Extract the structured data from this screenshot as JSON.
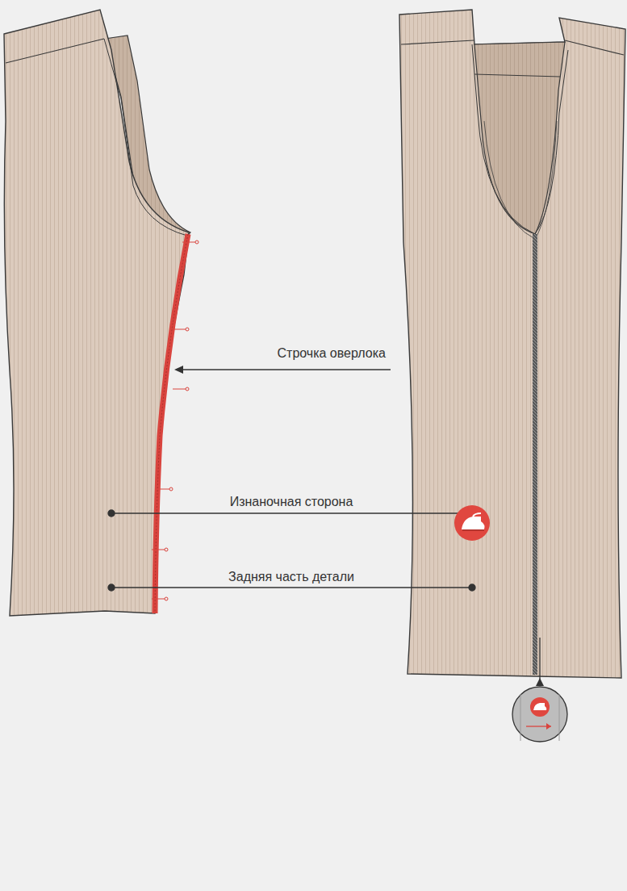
{
  "diagram": {
    "labels": [
      "Строчка оверлока",
      "Изнаночная сторона",
      "Задняя часть детали"
    ]
  }
}
